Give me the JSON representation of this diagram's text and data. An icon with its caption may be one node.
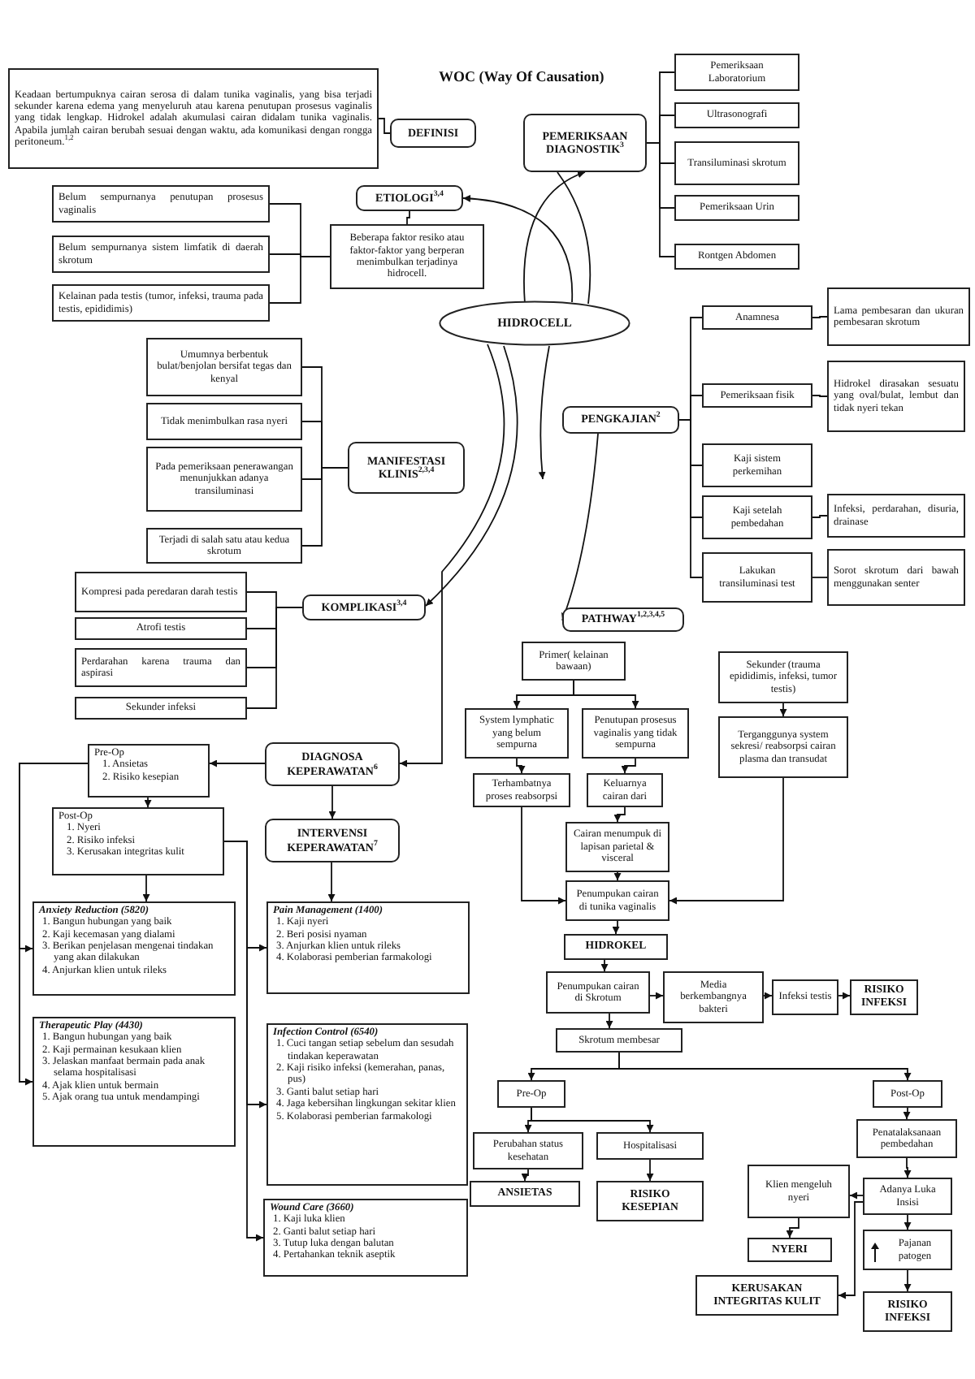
{
  "diagram": {
    "title": "WOC (Way Of Causation)",
    "nodes": [
      {
        "text": [
          "Keadaan bertumpuknya cairan serosa di dalam tunika vaginalis, yang bisa terjadi sekunder karena edema yang menyeluruh atau karena penutupan prosesus vaginalis yang tidak lengkap. Hidrokel adalah akumulasi cairan didalam tunika vaginalis. Apabila jumlah cairan berubah sesuai dengan waktu, ada komunikasi dengan rongga peritoneum.$^{1,2}$"
        ]
      },
      {
        "text": [
          "DEFINISI"
        ]
      },
      {
        "text": [
          "PEMERIKSAAN DIAGNOSTIK$^{3}$"
        ]
      },
      {
        "text": [
          "Pemeriksaan Laboratorium"
        ]
      },
      {
        "text": [
          "Ultrasonografi"
        ]
      },
      {
        "text": [
          "Transiluminasi skrotum"
        ]
      },
      {
        "text": [
          "Pemeriksaan Urin"
        ]
      },
      {
        "text": [
          "Rontgen Abdomen"
        ]
      },
      {
        "text": [
          "ETIOLOGI$^{3,4}$"
        ]
      },
      {
        "text": [
          "Beberapa faktor resiko atau faktor-faktor yang berperan menimbulkan terjadinya hidrocell."
        ]
      },
      {
        "text": [
          "Belum sempurnanya penutupan prosesus vaginalis"
        ]
      },
      {
        "text": [
          "Belum sempurnanya sistem limfatik di daerah skrotum"
        ]
      },
      {
        "text": [
          "Kelainan pada testis (tumor, infeksi, trauma pada testis, epididimis)"
        ]
      },
      {
        "text": [
          "HIDROCELL"
        ]
      },
      {
        "text": [
          "PENGKAJIAN$^{2}$"
        ]
      },
      {
        "text": [
          "Anamnesa"
        ]
      },
      {
        "text": [
          "Lama pembesaran dan ukuran pembesaran skrotum"
        ]
      },
      {
        "text": [
          "Pemeriksaan fisik"
        ]
      },
      {
        "text": [
          "Hidrokel dirasakan sesuatu yang oval/bulat, lembut dan tidak nyeri tekan"
        ]
      },
      {
        "text": [
          "Kaji sistem perkemihan"
        ]
      },
      {
        "text": [
          "Kaji setelah pembedahan"
        ]
      },
      {
        "text": [
          "Infeksi, perdarahan, disuria, drainase"
        ]
      },
      {
        "text": [
          "Lakukan transiluminasi test"
        ]
      },
      {
        "text": [
          "Sorot skrotum dari bawah menggunakan senter"
        ]
      },
      {
        "text": [
          "MANIFESTASI KLINIS$^{2,3,4}$"
        ]
      },
      {
        "text": [
          "Umumnya berbentuk bulat/benjolan bersifat tegas dan kenyal"
        ]
      },
      {
        "text": [
          "Tidak menimbulkan rasa nyeri"
        ]
      },
      {
        "text": [
          "Pada pemeriksaan penerawangan menunjukkan adanya transiluminasi"
        ]
      },
      {
        "text": [
          "Terjadi di salah satu atau kedua skrotum"
        ]
      },
      {
        "text": [
          "KOMPLIKASI$^{3,4}$"
        ]
      },
      {
        "text": [
          "Kompresi pada peredaran darah testis"
        ]
      },
      {
        "text": [
          "Atrofi testis"
        ]
      },
      {
        "text": [
          "Perdarahan karena trauma dan aspirasi"
        ]
      },
      {
        "text": [
          "Sekunder infeksi"
        ]
      },
      {
        "text": [
          "DIAGNOSA KEPERAWATAN$^{6}$"
        ]
      },
      {
        "text": [
          "Pre-Op",
          "1. Ansietas",
          "2. Risiko kesepian"
        ]
      },
      {
        "text": [
          "Post-Op",
          "1. Nyeri",
          "2. Risiko infeksi",
          "3. Kerusakan integritas kulit"
        ]
      },
      {
        "text": [
          "INTERVENSI KEPERAWATAN$^{7}$"
        ]
      },
      {
        "text": [
          "Anxiety Reduction (5820)",
          "1. Bangun hubungan yang baik",
          "2. Kaji kecemasan yang dialami",
          "3. Berikan penjelasan mengenai tindakan yang akan dilakukan",
          "4. Anjurkan klien untuk rileks"
        ]
      },
      {
        "text": [
          "Therapeutic Play (4430)",
          "1. Bangun hubungan yang baik",
          "2. Kaji permainan kesukaan klien",
          "3. Jelaskan manfaat bermain pada anak selama hospitalisasi",
          "4. Ajak klien untuk bermain",
          "5. Ajak orang tua untuk mendampingi"
        ]
      },
      {
        "text": [
          "Pain Management (1400)",
          "1. Kaji nyeri",
          "2. Beri posisi nyaman",
          "3. Anjurkan klien untuk rileks",
          "4. Kolaborasi pemberian farmakologi"
        ]
      },
      {
        "text": [
          "Infection Control (6540)",
          "1. Cuci tangan setiap sebelum dan sesudah tindakan keperawatan",
          "2. Kaji risiko infeksi (kemerahan, panas, pus)",
          "3. Ganti balut setiap hari",
          "4. Jaga kebersihan lingkungan sekitar klien",
          "5. Kolaborasi pemberian farmakologi"
        ]
      },
      {
        "text": [
          "Wound Care (3660)",
          "1. Kaji luka klien",
          "2. Ganti balut setiap hari",
          "3. Tutup luka dengan balutan",
          "4. Pertahankan teknik aseptik"
        ]
      },
      {
        "text": [
          "PATHWAY$^{1,2,3,4,5}$"
        ]
      },
      {
        "text": [
          "Primer( kelainan bawaan)"
        ]
      },
      {
        "text": [
          "System lymphatic yang belum sempurna"
        ]
      },
      {
        "text": [
          "Penutupan prosesus vaginalis yang tidak sempurna"
        ]
      },
      {
        "text": [
          "Terhambatnya proses reabsorpsi"
        ]
      },
      {
        "text": [
          "Keluarnya cairan dari"
        ]
      },
      {
        "text": [
          "Cairan menumpuk di lapisan parietal & visceral"
        ]
      },
      {
        "text": [
          "Penumpukan cairan di tunika vaginalis"
        ]
      },
      {
        "text": [
          "Sekunder (trauma epididimis, infeksi, tumor testis)"
        ]
      },
      {
        "text": [
          "Terganggunya system sekresi/ reabsorpsi cairan plasma dan transudat"
        ]
      },
      {
        "text": [
          "HIDROKEL"
        ]
      },
      {
        "text": [
          "Penumpukan cairan di Skrotum"
        ]
      },
      {
        "text": [
          "Media berkembangnya bakteri"
        ]
      },
      {
        "text": [
          "Infeksi testis"
        ]
      },
      {
        "text": [
          "RISIKO INFEKSI"
        ]
      },
      {
        "text": [
          "Skrotum membesar"
        ]
      },
      {
        "text": [
          "Pre-Op"
        ]
      },
      {
        "text": [
          "Post-Op"
        ]
      },
      {
        "text": [
          "Perubahan status kesehatan"
        ]
      },
      {
        "text": [
          "Hospitalisasi"
        ]
      },
      {
        "text": [
          "ANSIETAS"
        ]
      },
      {
        "text": [
          "RISIKO KESEPIAN"
        ]
      },
      {
        "text": [
          "Penatalaksanaan pembedahan"
        ]
      },
      {
        "text": [
          "Adanya Luka Insisi"
        ]
      },
      {
        "text": [
          "Pajanan patogen"
        ]
      },
      {
        "text": [
          "RISIKO INFEKSI"
        ]
      },
      {
        "text": [
          "Klien mengeluh nyeri"
        ]
      },
      {
        "text": [
          "NYERI"
        ]
      },
      {
        "text": [
          "KERUSAKAN INTEGRITAS KULIT"
        ]
      }
    ],
    "edges": [
      {
        "from": 1,
        "to": 0,
        "arrow": "none"
      },
      {
        "from": 2,
        "to": 3,
        "arrow": "none"
      },
      {
        "from": 2,
        "to": 4,
        "arrow": "none"
      },
      {
        "from": 2,
        "to": 5,
        "arrow": "none"
      },
      {
        "from": 2,
        "to": 6,
        "arrow": "none"
      },
      {
        "from": 2,
        "to": 7,
        "arrow": "none"
      },
      {
        "from": 13,
        "to": 2,
        "arrow": "to"
      },
      {
        "from": 13,
        "to": 8,
        "arrow": "to"
      },
      {
        "from": 2,
        "to": 13,
        "arrow": "none"
      },
      {
        "from": 8,
        "to": 9,
        "arrow": "none"
      },
      {
        "from": 9,
        "to": 10,
        "arrow": "none"
      },
      {
        "from": 9,
        "to": 11,
        "arrow": "none"
      },
      {
        "from": 9,
        "to": 12,
        "arrow": "none"
      },
      {
        "from": 13,
        "to": null,
        "arrow": "to"
      },
      {
        "from": 14,
        "to": 43,
        "arrow": "to"
      },
      {
        "from": 14,
        "to": 15,
        "arrow": "none"
      },
      {
        "from": 14,
        "to": 17,
        "arrow": "none"
      },
      {
        "from": 14,
        "to": 19,
        "arrow": "none"
      },
      {
        "from": 14,
        "to": 20,
        "arrow": "none"
      },
      {
        "from": 14,
        "to": 22,
        "arrow": "none"
      },
      {
        "from": 15,
        "to": 16,
        "arrow": "none"
      },
      {
        "from": 17,
        "to": 18,
        "arrow": "none"
      },
      {
        "from": 20,
        "to": 21,
        "arrow": "none"
      },
      {
        "from": 22,
        "to": 23,
        "arrow": "none"
      },
      {
        "from": 24,
        "to": 25,
        "arrow": "none"
      },
      {
        "from": 24,
        "to": 26,
        "arrow": "none"
      },
      {
        "from": 24,
        "to": 27,
        "arrow": "none"
      },
      {
        "from": 24,
        "to": 28,
        "arrow": "none"
      },
      {
        "from": 13,
        "to": 29,
        "arrow": "to"
      },
      {
        "from": 29,
        "to": 30,
        "arrow": "none"
      },
      {
        "from": 29,
        "to": 31,
        "arrow": "none"
      },
      {
        "from": 29,
        "to": 32,
        "arrow": "none"
      },
      {
        "from": 29,
        "to": 33,
        "arrow": "none"
      },
      {
        "from": 13,
        "to": 34,
        "arrow": "to"
      },
      {
        "from": 34,
        "to": 35,
        "arrow": "to"
      },
      {
        "from": 34,
        "to": 37,
        "arrow": "to"
      },
      {
        "from": 35,
        "to": 36,
        "arrow": "to"
      },
      {
        "from": 35,
        "to": 38,
        "arrow": "to"
      },
      {
        "from": 35,
        "to": 39,
        "arrow": "to"
      },
      {
        "from": 36,
        "to": 38,
        "arrow": "to"
      },
      {
        "from": 37,
        "to": 40,
        "arrow": "to"
      },
      {
        "from": 36,
        "to": 40,
        "arrow": "to"
      },
      {
        "from": 36,
        "to": 41,
        "arrow": "to"
      },
      {
        "from": 36,
        "to": 42,
        "arrow": "to"
      },
      {
        "from": 44,
        "to": 45,
        "arrow": "to"
      },
      {
        "from": 44,
        "to": 46,
        "arrow": "to"
      },
      {
        "from": 45,
        "to": 47,
        "arrow": "to"
      },
      {
        "from": 46,
        "to": 48,
        "arrow": "to"
      },
      {
        "from": 48,
        "to": 49,
        "arrow": "to"
      },
      {
        "from": 47,
        "to": 50,
        "arrow": "to"
      },
      {
        "from": 49,
        "to": 50,
        "arrow": "to"
      },
      {
        "from": 51,
        "to": 52,
        "arrow": "to"
      },
      {
        "from": 52,
        "to": 50,
        "arrow": "to"
      },
      {
        "from": 50,
        "to": 53,
        "arrow": "to"
      },
      {
        "from": 53,
        "to": 54,
        "arrow": "to"
      },
      {
        "from": 54,
        "to": 55,
        "arrow": "to"
      },
      {
        "from": 55,
        "to": 56,
        "arrow": "to"
      },
      {
        "from": 56,
        "to": 57,
        "arrow": "to"
      },
      {
        "from": 54,
        "to": 58,
        "arrow": "to"
      },
      {
        "from": 58,
        "to": 59,
        "arrow": "to"
      },
      {
        "from": 58,
        "to": 60,
        "arrow": "to"
      },
      {
        "from": 59,
        "to": 61,
        "arrow": "to"
      },
      {
        "from": 59,
        "to": 62,
        "arrow": "to"
      },
      {
        "from": 61,
        "to": 63,
        "arrow": "to"
      },
      {
        "from": 62,
        "to": 64,
        "arrow": "to"
      },
      {
        "from": 60,
        "to": 65,
        "arrow": "to"
      },
      {
        "from": 65,
        "to": 66,
        "arrow": "to"
      },
      {
        "from": 66,
        "to": 67,
        "arrow": "to"
      },
      {
        "from": 67,
        "to": 68,
        "arrow": "to"
      },
      {
        "from": 66,
        "to": 69,
        "arrow": "to"
      },
      {
        "from": 66,
        "to": 71,
        "arrow": "to"
      },
      {
        "from": 69,
        "to": 70,
        "arrow": "to"
      }
    ]
  }
}
